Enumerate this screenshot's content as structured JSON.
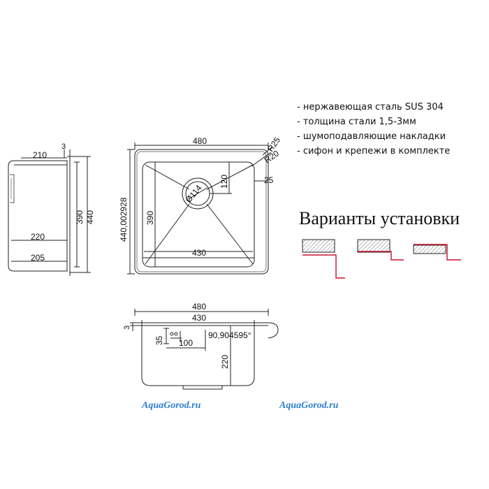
{
  "specs": [
    "- нержавеющая сталь SUS 304",
    "- толщина стали 1,5-3мм",
    "- шумоподавляющие накладки",
    "- сифон и крепежи в комплекте"
  ],
  "install_title": "Варианты установки",
  "side_view": {
    "d_210": "210",
    "d_3": "3",
    "d_390": "390",
    "d_440": "440",
    "d_220": "220",
    "d_205": "205"
  },
  "top_view": {
    "d_480": "480",
    "d_440": "440,002928",
    "d_390": "390",
    "d_430": "430",
    "d_120": "120",
    "d_114": "Ø114",
    "d_r25": "R25",
    "d_r20": "R20",
    "d_25": "25"
  },
  "front_view": {
    "d_480": "480",
    "d_430": "430",
    "d_3": "3",
    "d_35": "35",
    "d_100": "100",
    "d_220": "220",
    "d_angle": "90,904595°"
  },
  "watermarks": [
    "AquaGorod.ru",
    "AquaGorod.ru"
  ],
  "colors": {
    "line": "#222222",
    "accent": "#c8102e",
    "watermark": "#2a7fd0",
    "hatch": "#777777"
  }
}
